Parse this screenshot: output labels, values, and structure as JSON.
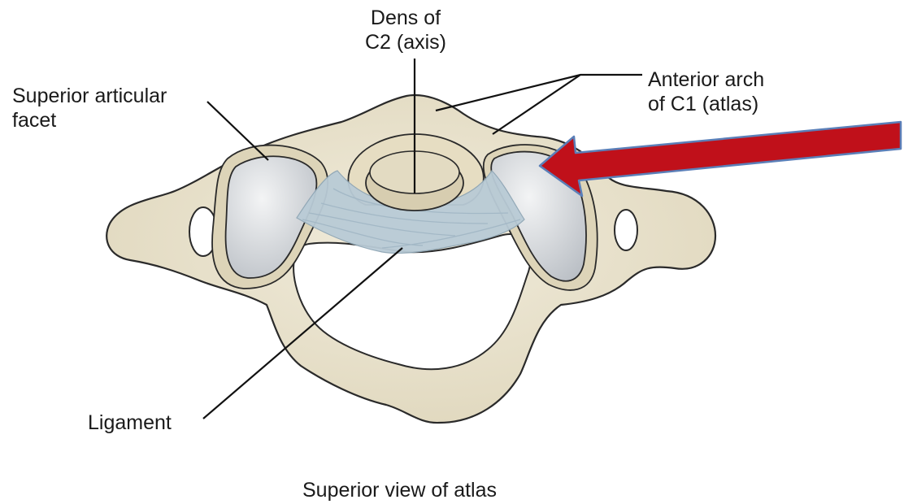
{
  "labels": {
    "dens": {
      "line1": "Dens of",
      "line2": "C2 (axis)"
    },
    "facet": {
      "line1": "Superior articular",
      "line2": "facet"
    },
    "arch": {
      "line1": "Anterior arch",
      "line2": "of C1 (atlas)"
    },
    "ligament": "Ligament"
  },
  "caption": "Superior view of atlas",
  "colors": {
    "bone": "#e9e3cf",
    "bone_shadow": "#cfc6aa",
    "outline": "#2a2a2a",
    "facet": "#d6dade",
    "ligament": "#b9cbd6",
    "arrow": "#c0101a",
    "arrow_edge": "#5b7fb8"
  }
}
